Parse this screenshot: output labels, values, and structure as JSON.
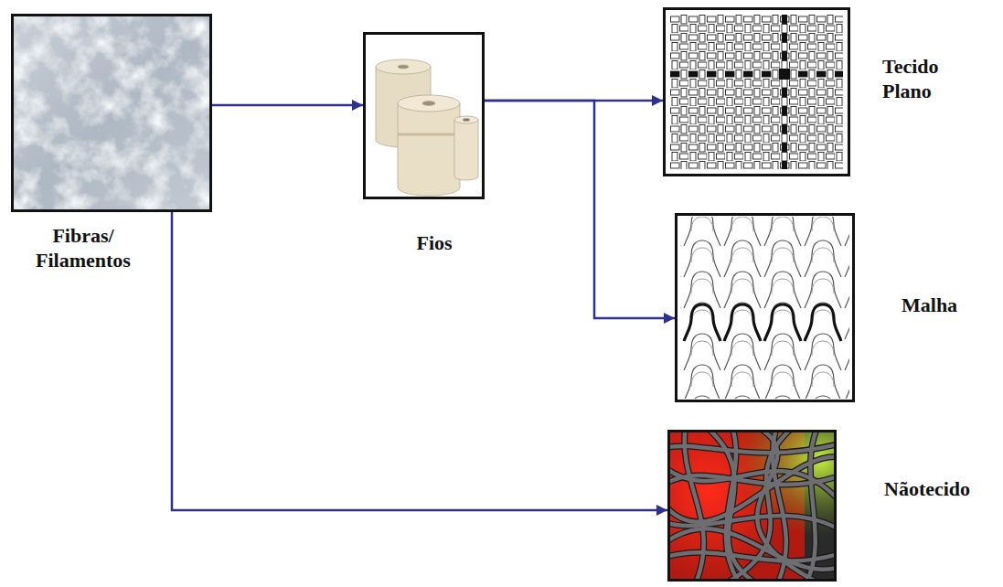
{
  "diagram": {
    "nodes": [
      {
        "text": [
          "Fibras/ Filamentos"
        ]
      },
      {
        "text": [
          "Fios"
        ]
      },
      {
        "text": [
          "Tecido Plano"
        ]
      },
      {
        "text": [
          "Malha"
        ]
      },
      {
        "text": [
          "Nãotecido"
        ]
      }
    ],
    "edges": [
      {
        "from": 0,
        "to": 1,
        "arrow": "to"
      },
      {
        "from": 1,
        "to": 2,
        "arrow": "to"
      },
      {
        "from": 1,
        "to": 3,
        "arrow": "to"
      },
      {
        "from": 0,
        "to": 4,
        "arrow": "to"
      }
    ]
  }
}
